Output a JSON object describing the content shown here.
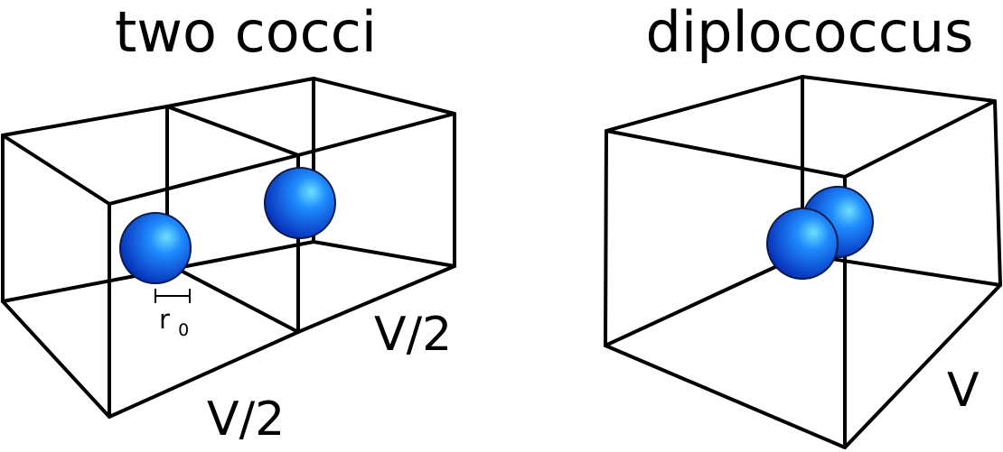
{
  "left_panel": {
    "title": "two cocci",
    "volume_label_right": "V/2",
    "volume_label_bottom": "V/2",
    "radius_label": "r",
    "radius_subscript": "0"
  },
  "right_panel": {
    "title": "diplococcus",
    "volume_label": "V"
  },
  "colors": {
    "sphere_light": "#6fe0ff",
    "sphere_mid": "#1f8cff",
    "sphere_dark": "#0630b8",
    "sphere_outline": "#0a1a4a",
    "edge": "#000000"
  }
}
